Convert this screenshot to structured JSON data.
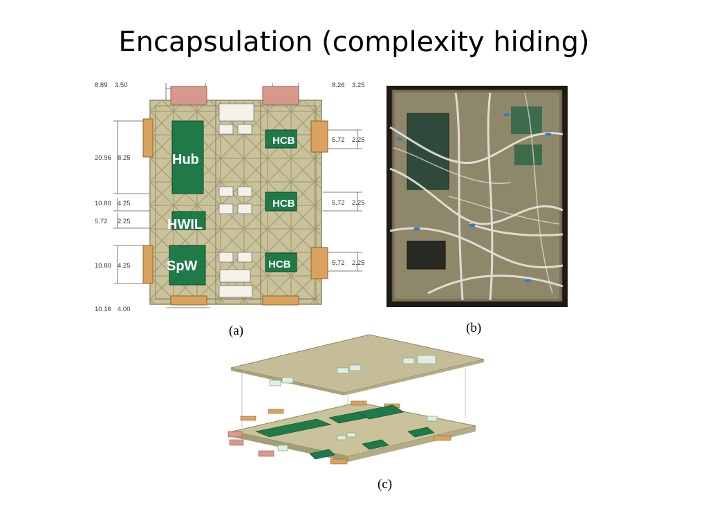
{
  "slide": {
    "title": "Encapsulation (complexity hiding)"
  },
  "captions": {
    "a": "(a)",
    "b": "(b)",
    "c": "(c)"
  },
  "dimensions": {
    "d1": "8.89",
    "d1b": "3.50",
    "d2": "8.26",
    "d2b": "3.25",
    "d3": "20.96",
    "d3b": "8.25",
    "d4": "10.80",
    "d4b": "4.25",
    "d5": "5.72",
    "d5b": "2.25",
    "d6": "10.80",
    "d6b": "4.25",
    "d7": "10.16",
    "d7b": "4.00",
    "r1": "5.72",
    "r1b": "2.25",
    "r2": "5.72",
    "r2b": "2.25",
    "r3": "5.72",
    "r3b": "2.25"
  },
  "modules": {
    "hub": "Hub",
    "hwil": "HWIL",
    "spw": "SpW",
    "hcb1": "HCB",
    "hcb2": "HCB",
    "hcb3": "HCB"
  },
  "colors": {
    "plate": "#c9c29a",
    "rib": "#9d9672",
    "module": "#1f7a48",
    "connector_pink": "#d69a8c",
    "connector_orange": "#d9a35d",
    "photo_bg": "#1d1a14"
  }
}
